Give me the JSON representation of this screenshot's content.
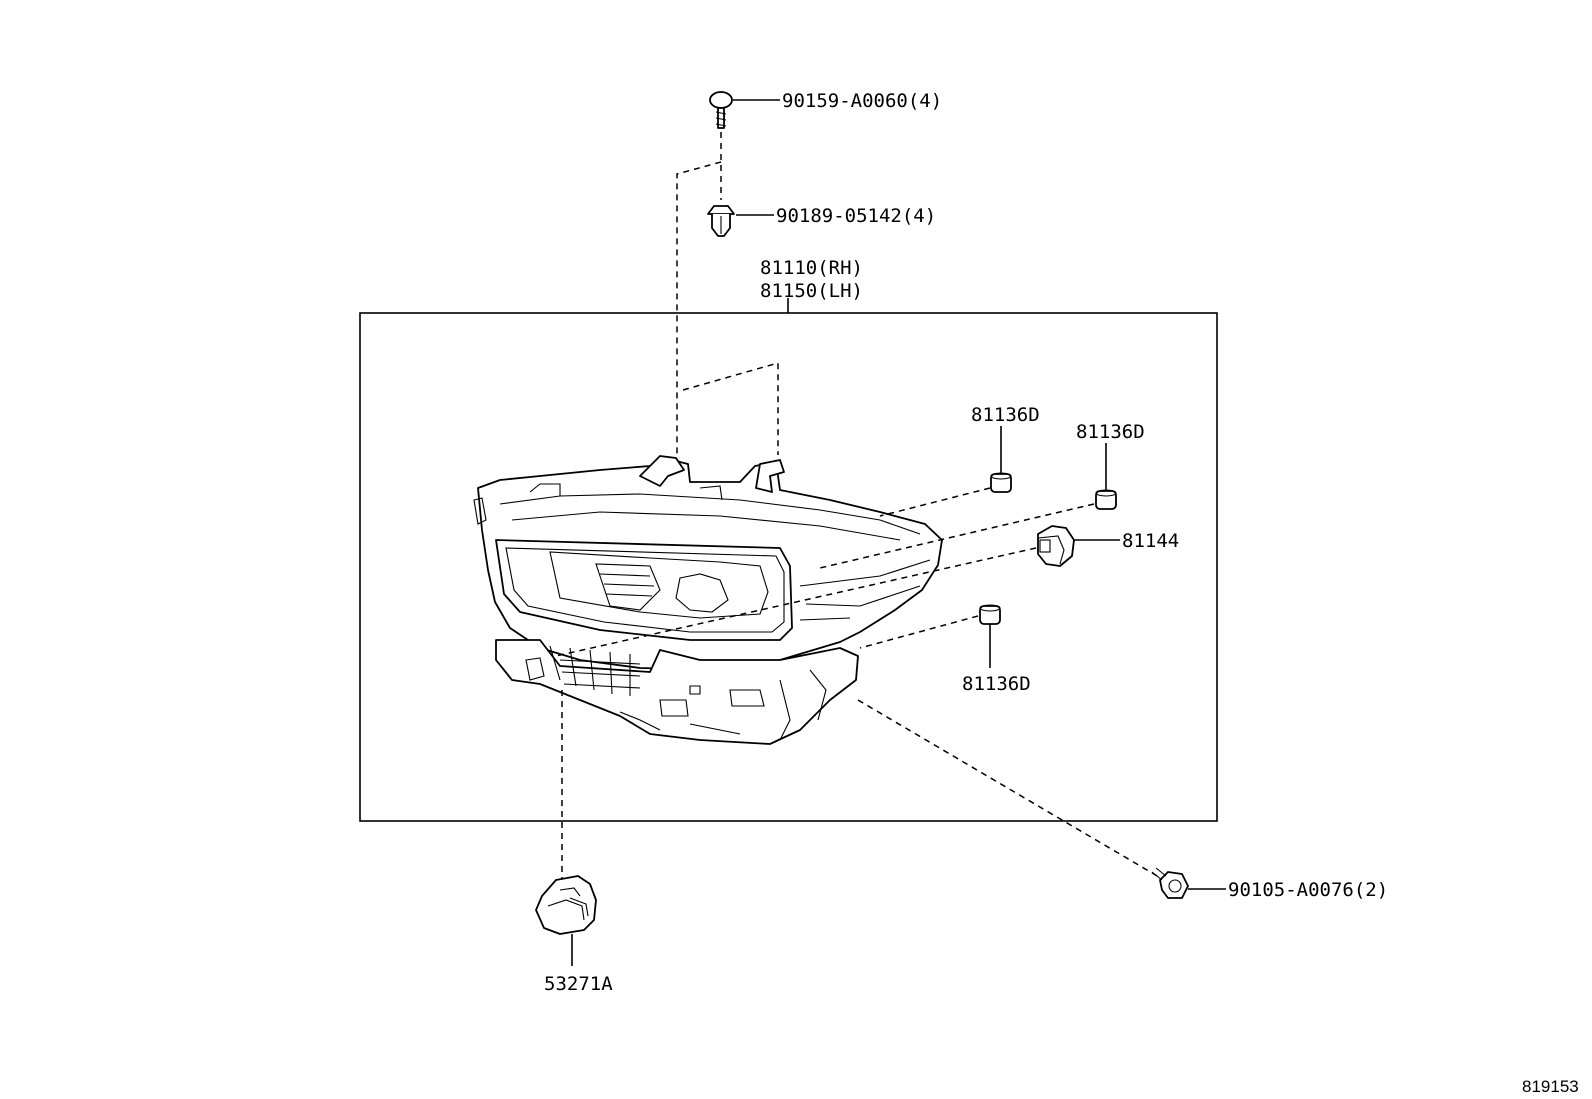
{
  "diagram": {
    "ref_number": "819153",
    "labels": {
      "screw_top": "90159-A0060(4)",
      "clip_top": "90189-05142(4)",
      "assembly_rh": "81110(RH)",
      "assembly_lh": "81150(LH)",
      "cap_upper": "81136D",
      "cap_upper_right": "81136D",
      "socket": "81144",
      "cap_lower": "81136D",
      "bolt_bottom": "90105-A0076(2)",
      "bracket": "53271A"
    }
  }
}
